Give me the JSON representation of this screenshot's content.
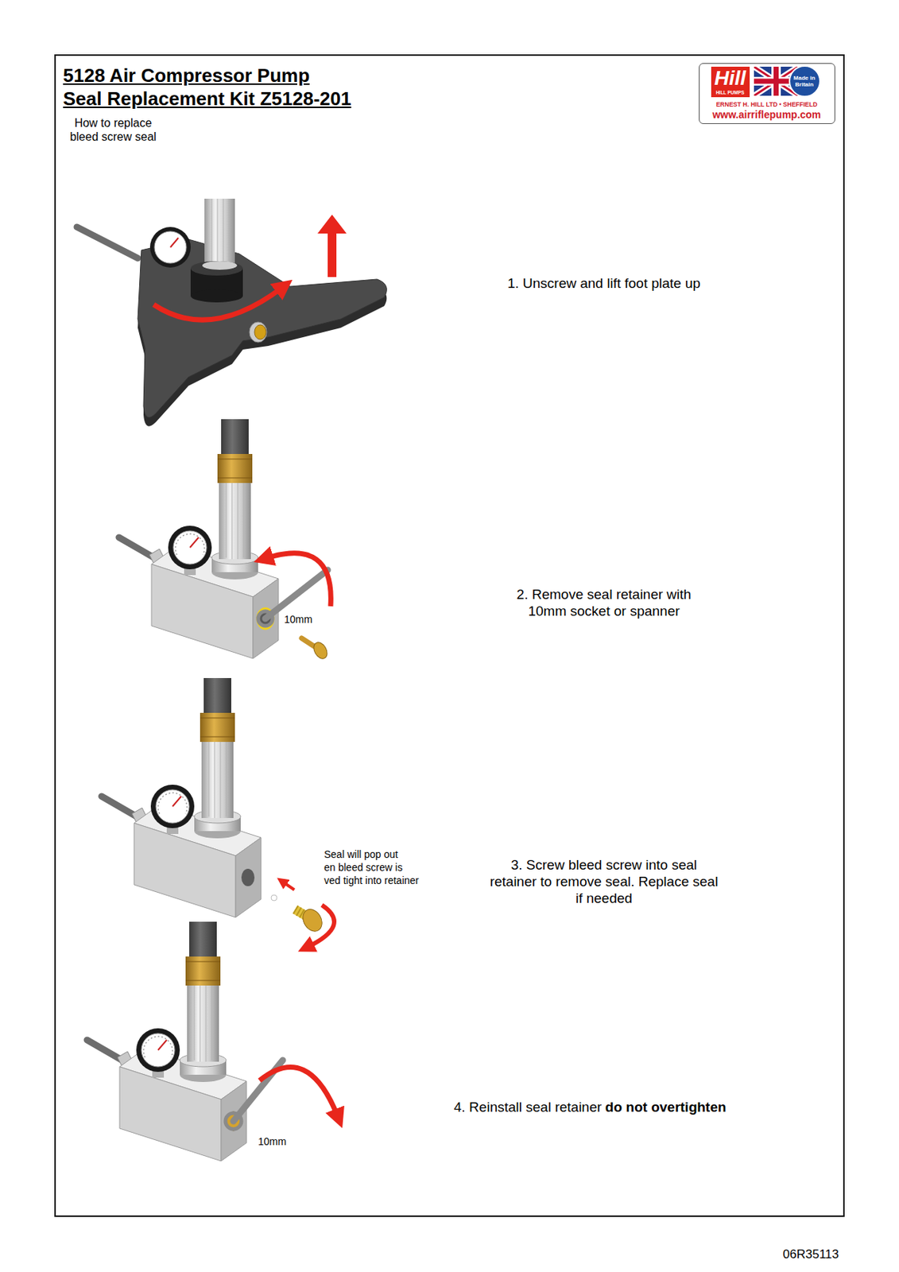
{
  "diagram": {
    "title": "5128 Air Compressor Pump",
    "nodes": [
      {
        "text": [
          "Hill",
          "HILL PUMPS",
          "Made in Britain",
          "ERNEST H. HILL LTD • SHEFFIELD",
          "www.airriflepump.com"
        ]
      }
    ],
    "labels": [
      "Seal Replacement Kit Z5128-201",
      "How to replace bleed screw seal",
      "1. Unscrew and lift foot plate up",
      "2. Remove seal retainer with 10mm socket or spanner",
      "10mm",
      "Seal will pop out",
      "en bleed screw is",
      "ved tight into retainer",
      "3. Screw bleed screw into seal retainer to remove seal. Replace seal if needed",
      "4. Reinstall seal retainer",
      "do not overtighten",
      "10mm",
      "06R35113"
    ]
  }
}
